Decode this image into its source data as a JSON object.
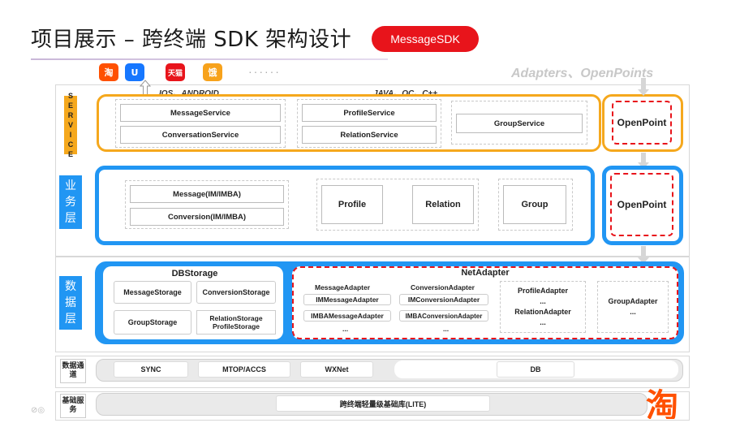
{
  "title": "项目展示 – 跨终端 SDK 架构设计",
  "badge": "MessageSDK",
  "app_logos": [
    {
      "name": "taobao",
      "label": "淘",
      "color": "#ff5000"
    },
    {
      "name": "alipay-style",
      "label": "U",
      "color": "#1677ff"
    },
    {
      "name": "tmall",
      "label": "天猫",
      "color": "#e8141b"
    },
    {
      "name": "other",
      "label": "饿",
      "color": "#f7a21b"
    }
  ],
  "ellipsis": "······",
  "header_right": "Adapters、OpenPoints",
  "platforms": "IOS、ANDROID",
  "languages": "JAVA、OC、C++",
  "service": {
    "label": [
      "S",
      "E",
      "R",
      "V",
      "I",
      "C",
      "E"
    ],
    "items": [
      "MessageService",
      "ConversationService",
      "ProfileService",
      "RelationService",
      "GroupService"
    ],
    "openpoint": "OpenPoint"
  },
  "business": {
    "label": [
      "业",
      "务",
      "层"
    ],
    "items": [
      "Message(IM/IMBA)",
      "Conversion(IM/IMBA)",
      "Profile",
      "Relation",
      "Group"
    ],
    "openpoint": "OpenPoint"
  },
  "data": {
    "label": [
      "数",
      "据",
      "层"
    ],
    "dbstorage": {
      "title": "DBStorage",
      "items": [
        "MessageStorage",
        "ConversionStorage",
        "GroupStorage",
        "RelationStorage",
        "ProfileStorage"
      ]
    },
    "netadapter": {
      "title": "NetAdapter",
      "col1_title": "MessageAdapter",
      "col1_items": [
        "IMMessageAdapter",
        "IMBAMessageAdapter"
      ],
      "col2_title": "ConversionAdapter",
      "col2_items": [
        "IMConversionAdapter",
        "IMBAConversionAdapter"
      ],
      "col3": [
        "ProfileAdapter",
        "...",
        "RelationAdapter",
        "..."
      ],
      "col4": [
        "GroupAdapter",
        "..."
      ],
      "dots": "..."
    }
  },
  "channel": {
    "label": "数据通道",
    "items": [
      "SYNC",
      "MTOP/ACCS",
      "WXNet",
      "DB"
    ]
  },
  "base": {
    "label": "基础服务",
    "item": "跨终端轻量级基础库(LITE)"
  },
  "corner_logo": "淘",
  "colors": {
    "orange": "#f5a81d",
    "blue": "#2196f3",
    "red": "#e8141b"
  }
}
